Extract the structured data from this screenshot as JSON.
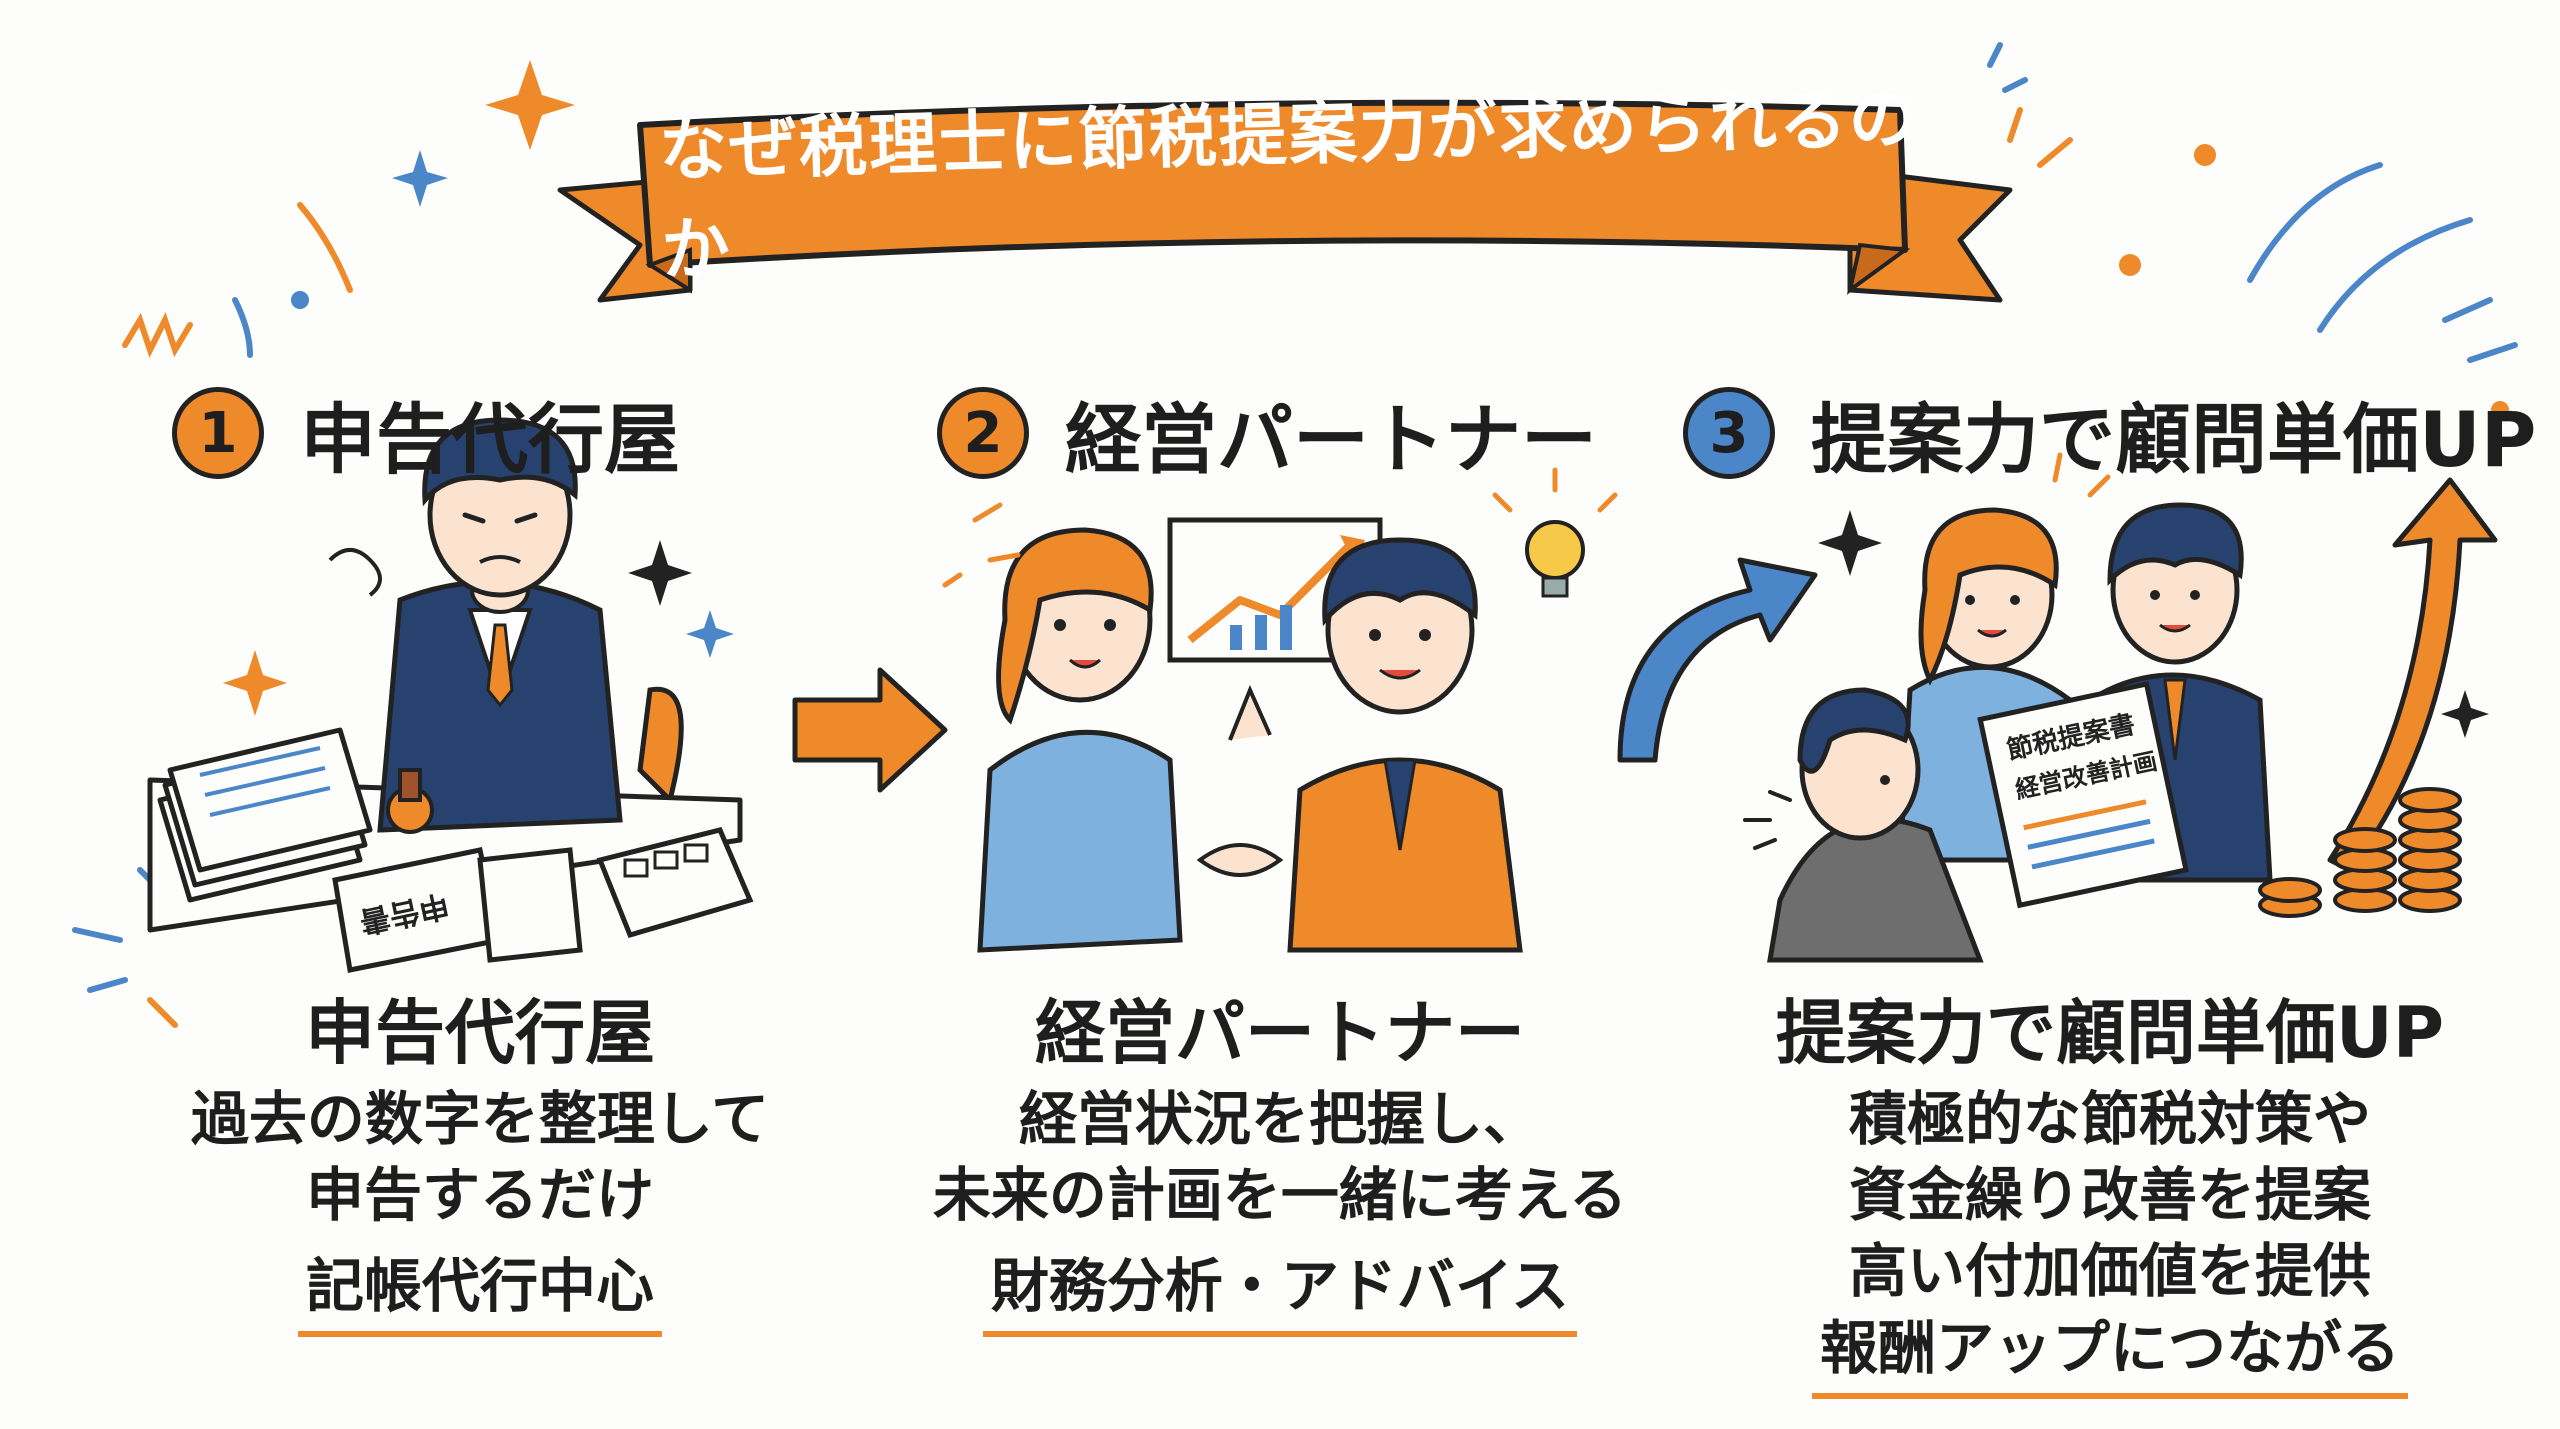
{
  "banner": {
    "title": "なぜ税理士に節税提案力が求められるのか"
  },
  "colors": {
    "accent_orange": "#ef8a2b",
    "accent_blue": "#4a86c8",
    "navy": "#27426e",
    "skin": "#fbe3cf"
  },
  "steps": [
    {
      "number": "1",
      "heading": "申告代行屋",
      "title": "申告代行屋",
      "lines": [
        "過去の数字を整理して",
        "申告するだけ"
      ],
      "keyword": "記帳代行中心",
      "illustration": {
        "document_label": "申告書"
      }
    },
    {
      "number": "2",
      "heading": "経営パートナー",
      "title": "経営パートナー",
      "lines": [
        "経営状況を把握し、",
        "未来の計画を一緒に考える"
      ],
      "keyword": "財務分析・アドバイス"
    },
    {
      "number": "3",
      "heading": "提案力で顧問単価UP",
      "title": "提案力で顧問単価UP",
      "lines": [
        "積極的な節税対策や",
        "資金繰り改善を提案",
        "高い付加価値を提供"
      ],
      "keyword": "報酬アップにつながる",
      "illustration": {
        "document_label_1": "節税提案書",
        "document_label_2": "経営改善計画"
      }
    }
  ]
}
